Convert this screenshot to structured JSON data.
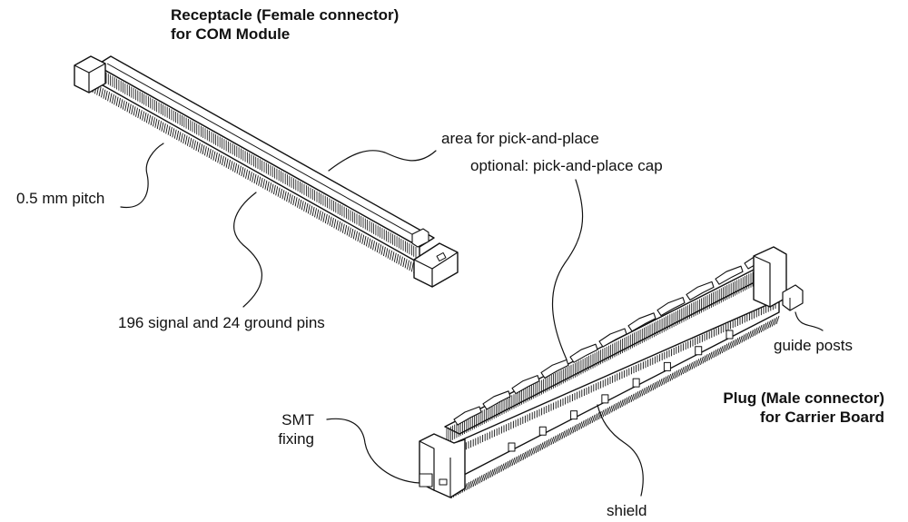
{
  "receptacle": {
    "title_line1": "Receptacle (Female connector)",
    "title_line2": "for COM Module"
  },
  "plug": {
    "title_line1": "Plug (Male connector)",
    "title_line2": "for Carrier Board"
  },
  "callouts": {
    "pitch": "0.5 mm pitch",
    "pins": "196 signal and 24 ground pins",
    "pick_area": "area for pick-and-place",
    "pick_cap": "optional: pick-and-place cap",
    "guide_posts": "guide posts",
    "smt_line1": "SMT",
    "smt_line2": "fixing",
    "shield": "shield"
  }
}
